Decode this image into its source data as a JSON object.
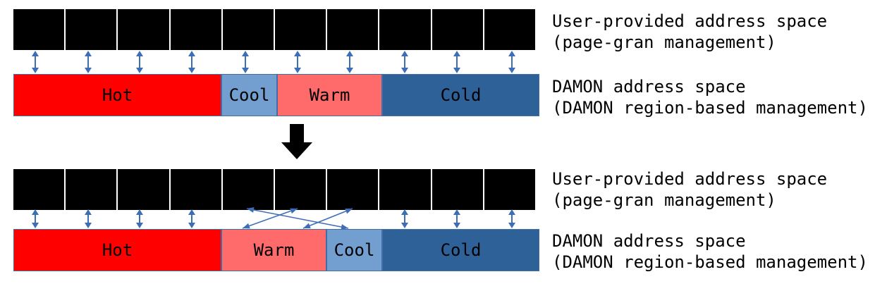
{
  "colors": {
    "page": "#000000",
    "hot": "#ff0000",
    "warm": "#ff6b6b",
    "cool": "#729fcf",
    "cold": "#2f6199",
    "link": "#3d6db5",
    "arrow": "#000000"
  },
  "top": {
    "user_label_line1": "User-provided address space",
    "user_label_line2": "(page-gran management)",
    "damon_label_line1": "DAMON address space",
    "damon_label_line2": "(DAMON region-based management)",
    "regions": [
      {
        "name": "Hot",
        "pages": 4
      },
      {
        "name": "Cool",
        "pages": 1
      },
      {
        "name": "Warm",
        "pages": 2
      },
      {
        "name": "Cold",
        "pages": 3
      }
    ]
  },
  "bottom": {
    "user_label_line1": "User-provided address space",
    "user_label_line2": "(page-gran management)",
    "damon_label_line1": "DAMON address space",
    "damon_label_line2": "(DAMON region-based management)",
    "regions": [
      {
        "name": "Hot",
        "pages": 4
      },
      {
        "name": "Warm",
        "pages": 2
      },
      {
        "name": "Cool",
        "pages": 1
      },
      {
        "name": "Cold",
        "pages": 3
      }
    ]
  },
  "transition_icon": "down-arrow-icon"
}
